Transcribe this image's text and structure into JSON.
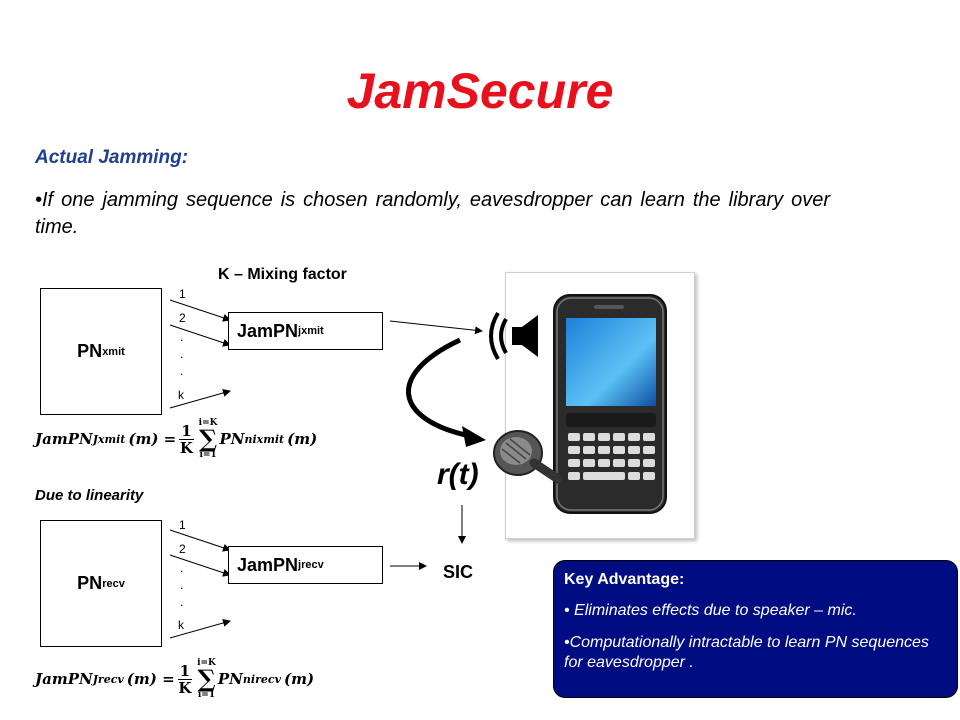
{
  "title": "JamSecure",
  "subheading": "Actual Jamming:",
  "bullet_text": "•If one jamming sequence is chosen randomly, eavesdropper can learn the library over time.",
  "mixing_factor_label": "K – Mixing factor",
  "transmit": {
    "pn_label": "PN",
    "pn_sup": "xmit",
    "jam_label": "JamPN",
    "jam_sub": "j",
    "jam_sup": "xmit",
    "ticks": [
      "1",
      "2",
      ".",
      ".",
      ".",
      "k"
    ]
  },
  "linearity_label": "Due to linearity",
  "receive": {
    "pn_label": "PN",
    "pn_sup": "recv",
    "jam_label": "JamPN",
    "jam_sub": "j",
    "jam_sup": "recv",
    "ticks": [
      "1",
      "2",
      ".",
      ".",
      ".",
      "k"
    ]
  },
  "formula_xmit": {
    "lhs": "JamPN",
    "lhs_sub": "J",
    "lhs_sup": "xmit",
    "arg": "(m) =",
    "frac_num": "1",
    "frac_den": "K",
    "sum_top": "i=K",
    "sum_bot": "i=1",
    "rhs": "PN",
    "rhs_sub": "ni",
    "rhs_sup": "xmit",
    "rhs_arg": "(m)"
  },
  "formula_recv": {
    "lhs": "JamPN",
    "lhs_sub": "J",
    "lhs_sup": "recv",
    "arg": "(m) =",
    "frac_num": "1",
    "frac_den": "K",
    "sum_top": "i=K",
    "sum_bot": "i=1",
    "rhs": "PN",
    "rhs_sub": "ni",
    "rhs_sup": "recv",
    "rhs_arg": "(m)"
  },
  "signal_label": "r(t)",
  "sic_label": "SIC",
  "key_advantage": {
    "title": "Key Advantage:",
    "points": [
      "• Eliminates effects due to speaker – mic.",
      "•Computationally intractable to learn PN sequences for eavesdropper ."
    ]
  },
  "colors": {
    "title": "#e8101c",
    "subheading": "#1f3f8f",
    "key_box": "#000c82"
  },
  "icons": [
    "speaker-icon",
    "microphone-icon",
    "smartphone-icon"
  ]
}
